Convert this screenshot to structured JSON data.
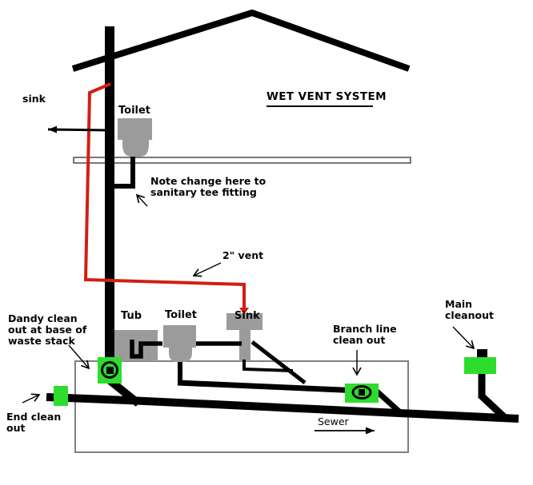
{
  "title": "WET VENT SYSTEM",
  "colors": {
    "vent_red": "#d21f14",
    "cleanout_green": "#2edc2e",
    "fixture_gray": "#9b9b9b",
    "pipe_black": "#000000",
    "basement_border": "#7f7f7f"
  },
  "labels": {
    "sink_upper": "sink",
    "toilet_upper": "Toilet",
    "note_line1": "Note change here to",
    "note_line2": "sanitary tee fitting",
    "vent": "2\" vent",
    "dandy_line1": "Dandy clean",
    "dandy_line2": "out at base of",
    "dandy_line3": "waste stack",
    "tub": "Tub",
    "toilet_lower": "Toilet",
    "sink_lower": "Sink",
    "branch_line1": "Branch line",
    "branch_line2": "clean out",
    "main_line1": "Main",
    "main_line2": "cleanout",
    "end_line1": "End clean",
    "end_line2": "out",
    "sewer": "Sewer"
  }
}
